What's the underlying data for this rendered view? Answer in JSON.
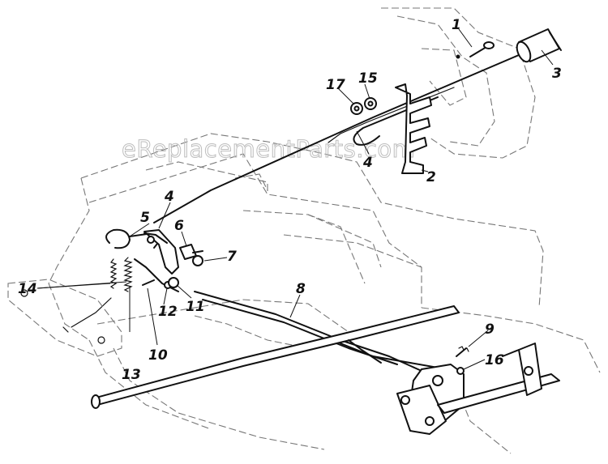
{
  "watermark": "eReplacementParts.com",
  "callouts": {
    "c1": "1",
    "c2": "2",
    "c3": "3",
    "c4a": "4",
    "c4b": "4",
    "c5": "5",
    "c6": "6",
    "c7": "7",
    "c8": "8",
    "c9": "9",
    "c10": "10",
    "c11": "11",
    "c12": "12",
    "c13": "13",
    "c14": "14",
    "c15": "15",
    "c16": "16",
    "c17": "17"
  }
}
